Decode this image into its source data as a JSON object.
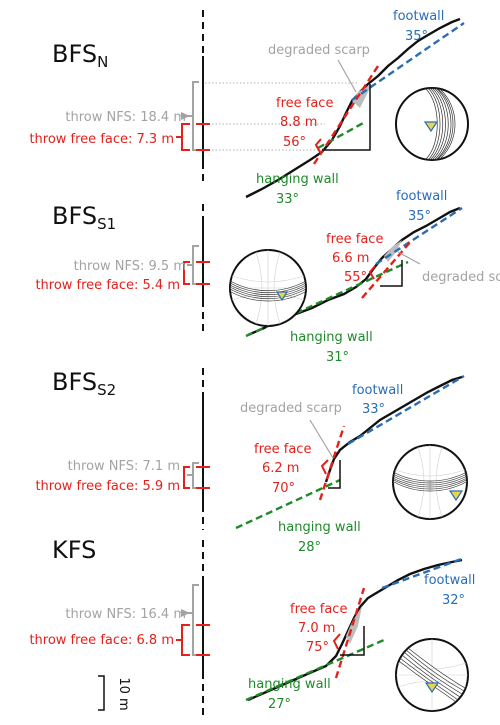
{
  "colors": {
    "throw_nfs": "#a3a3a3",
    "free_face": "#e3211c",
    "footwall": "#2a6db5",
    "hanging_wall": "#1f8a2a",
    "profile": "#111111",
    "pole_marker": "#e8d44d"
  },
  "panels": [
    {
      "title_main": "BFS",
      "title_sub": "N",
      "throw_nfs": "throw NFS: 18.4 m",
      "throw_free_face": "throw free face: 7.3 m",
      "degraded_scarp": "degraded scarp",
      "free_face": {
        "label": "free face",
        "height": "8.8 m",
        "dip": "56°"
      },
      "footwall": {
        "label": "footwall",
        "dip": "35°"
      },
      "hanging_wall": {
        "label": "hanging wall",
        "dip": "33°"
      }
    },
    {
      "title_main": "BFS",
      "title_sub": "S1",
      "throw_nfs": "throw NFS: 9.5 m",
      "throw_free_face": "throw free face: 5.4 m",
      "degraded_scarp": "degraded scarp",
      "free_face": {
        "label": "free face",
        "height": "6.6 m",
        "dip": "55°"
      },
      "footwall": {
        "label": "footwall",
        "dip": "35°"
      },
      "hanging_wall": {
        "label": "hanging wall",
        "dip": "31°"
      }
    },
    {
      "title_main": "BFS",
      "title_sub": "S2",
      "throw_nfs": "throw NFS: 7.1 m",
      "throw_free_face": "throw free face: 5.9 m",
      "degraded_scarp": "degraded scarp",
      "free_face": {
        "label": "free face",
        "height": "6.2 m",
        "dip": "70°"
      },
      "footwall": {
        "label": "footwall",
        "dip": "33°"
      },
      "hanging_wall": {
        "label": "hanging wall",
        "dip": "28°"
      }
    },
    {
      "title_main": "KFS",
      "title_sub": "",
      "throw_nfs": "throw NFS: 16.4 m",
      "throw_free_face": "throw free face: 6.8 m",
      "free_face": {
        "label": "free face",
        "height": "7.0 m",
        "dip": "75°"
      },
      "footwall": {
        "label": "footwall",
        "dip": "32°"
      },
      "hanging_wall": {
        "label": "hanging wall",
        "dip": "27°"
      }
    }
  ],
  "scale_bar": "10 m"
}
